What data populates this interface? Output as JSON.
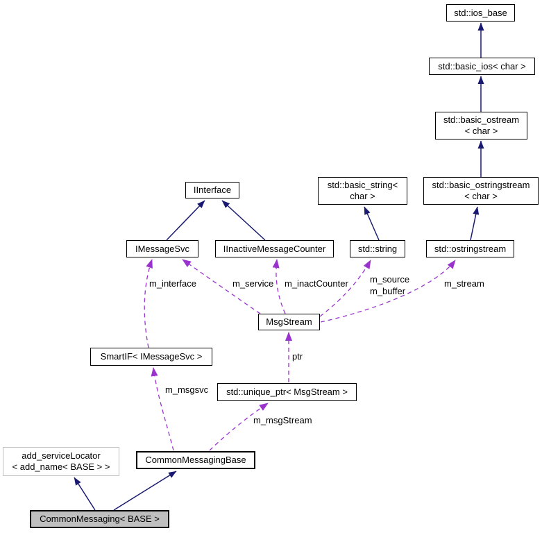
{
  "diagram": {
    "type": "doxygen-collaboration-graph",
    "colors": {
      "background": "#ffffff",
      "inheritance_edge": "#191970",
      "usage_edge": "#9a32cd",
      "node_border": "#000000",
      "external_node_border": "#bfbfbf",
      "node_fill": "#ffffff",
      "current_node_fill": "#bfbfbf"
    },
    "nodes": {
      "ios_base": {
        "label": "std::ios_base"
      },
      "basic_ios": {
        "label": "std::basic_ios< char >"
      },
      "basic_ostream": {
        "label": "std::basic_ostream\n< char >"
      },
      "basic_string": {
        "label": "std::basic_string<\nchar >"
      },
      "basic_ostringstream": {
        "label": "std::basic_ostringstream\n< char >"
      },
      "iinterface": {
        "label": "IInterface"
      },
      "imessagesvc": {
        "label": "IMessageSvc"
      },
      "iinactivemessagecounter": {
        "label": "IInactiveMessageCounter"
      },
      "string": {
        "label": "std::string"
      },
      "ostringstream": {
        "label": "std::ostringstream"
      },
      "msgstream": {
        "label": "MsgStream"
      },
      "smartif": {
        "label": "SmartIF< IMessageSvc >"
      },
      "unique_ptr": {
        "label": "std::unique_ptr< MsgStream >"
      },
      "add_servicelocator": {
        "label": "add_serviceLocator\n< add_name< BASE > >"
      },
      "commonmessagingbase": {
        "label": "CommonMessagingBase"
      },
      "commonmessaging": {
        "label": "CommonMessaging< BASE >"
      }
    },
    "edge_labels": {
      "m_interface": "m_interface",
      "m_service": "m_service",
      "m_inactCounter": "m_inactCounter",
      "m_source_m_buffer": "m_source\nm_buffer",
      "m_stream": "m_stream",
      "ptr": "ptr",
      "m_msgsvc": "m_msgsvc",
      "m_msgStream": "m_msgStream"
    }
  }
}
